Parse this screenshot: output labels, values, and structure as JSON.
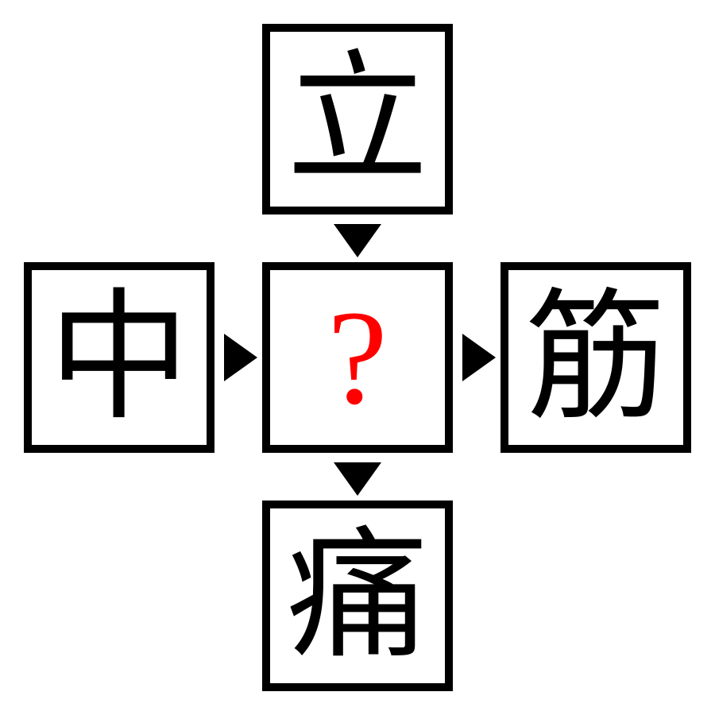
{
  "puzzle": {
    "top": "立",
    "left": "中",
    "center": "?",
    "right": "筋",
    "bottom": "痛"
  },
  "colors": {
    "border": "#000000",
    "text": "#000000",
    "question": "#ff0000",
    "background": "#ffffff"
  }
}
